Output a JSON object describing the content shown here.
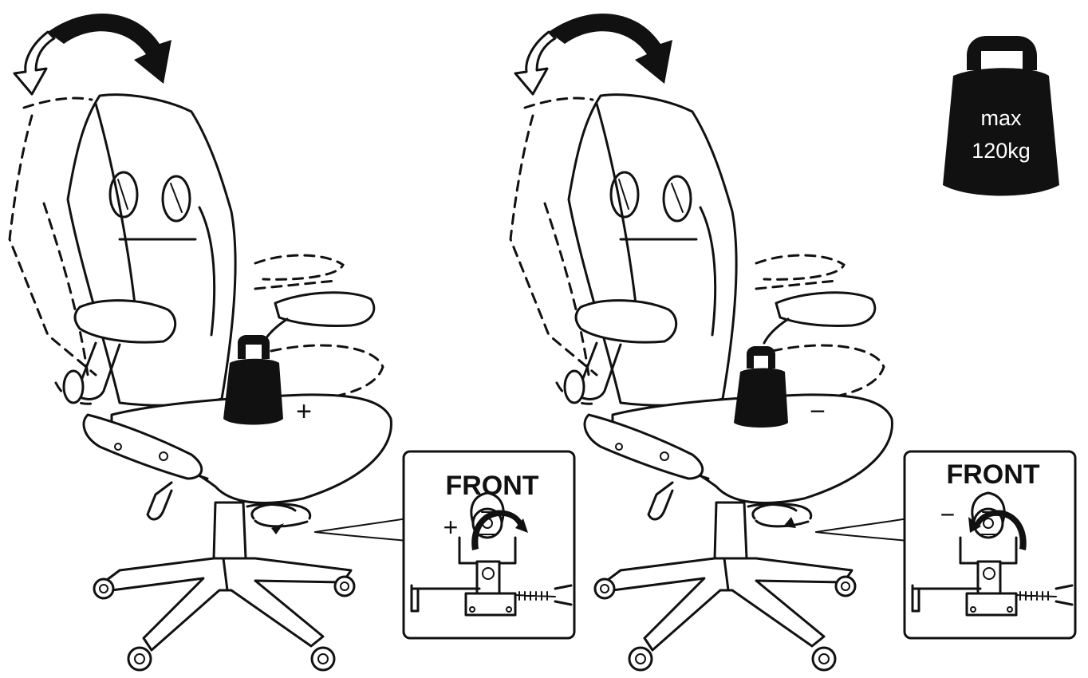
{
  "panels": [
    {
      "id": "increase",
      "sign": "+",
      "inset_title": "FRONT",
      "inset_sign": "+"
    },
    {
      "id": "decrease",
      "sign": "−",
      "inset_title": "FRONT",
      "inset_sign": "−"
    }
  ],
  "weight_badge": {
    "line1": "max",
    "line2": "120kg"
  },
  "colors": {
    "ink": "#111111",
    "paper": "#ffffff"
  },
  "icons": [
    "office-chair-icon",
    "tilt-arrow-icon",
    "rotation-arrow-icon",
    "weight-icon",
    "tension-knob-icon"
  ]
}
